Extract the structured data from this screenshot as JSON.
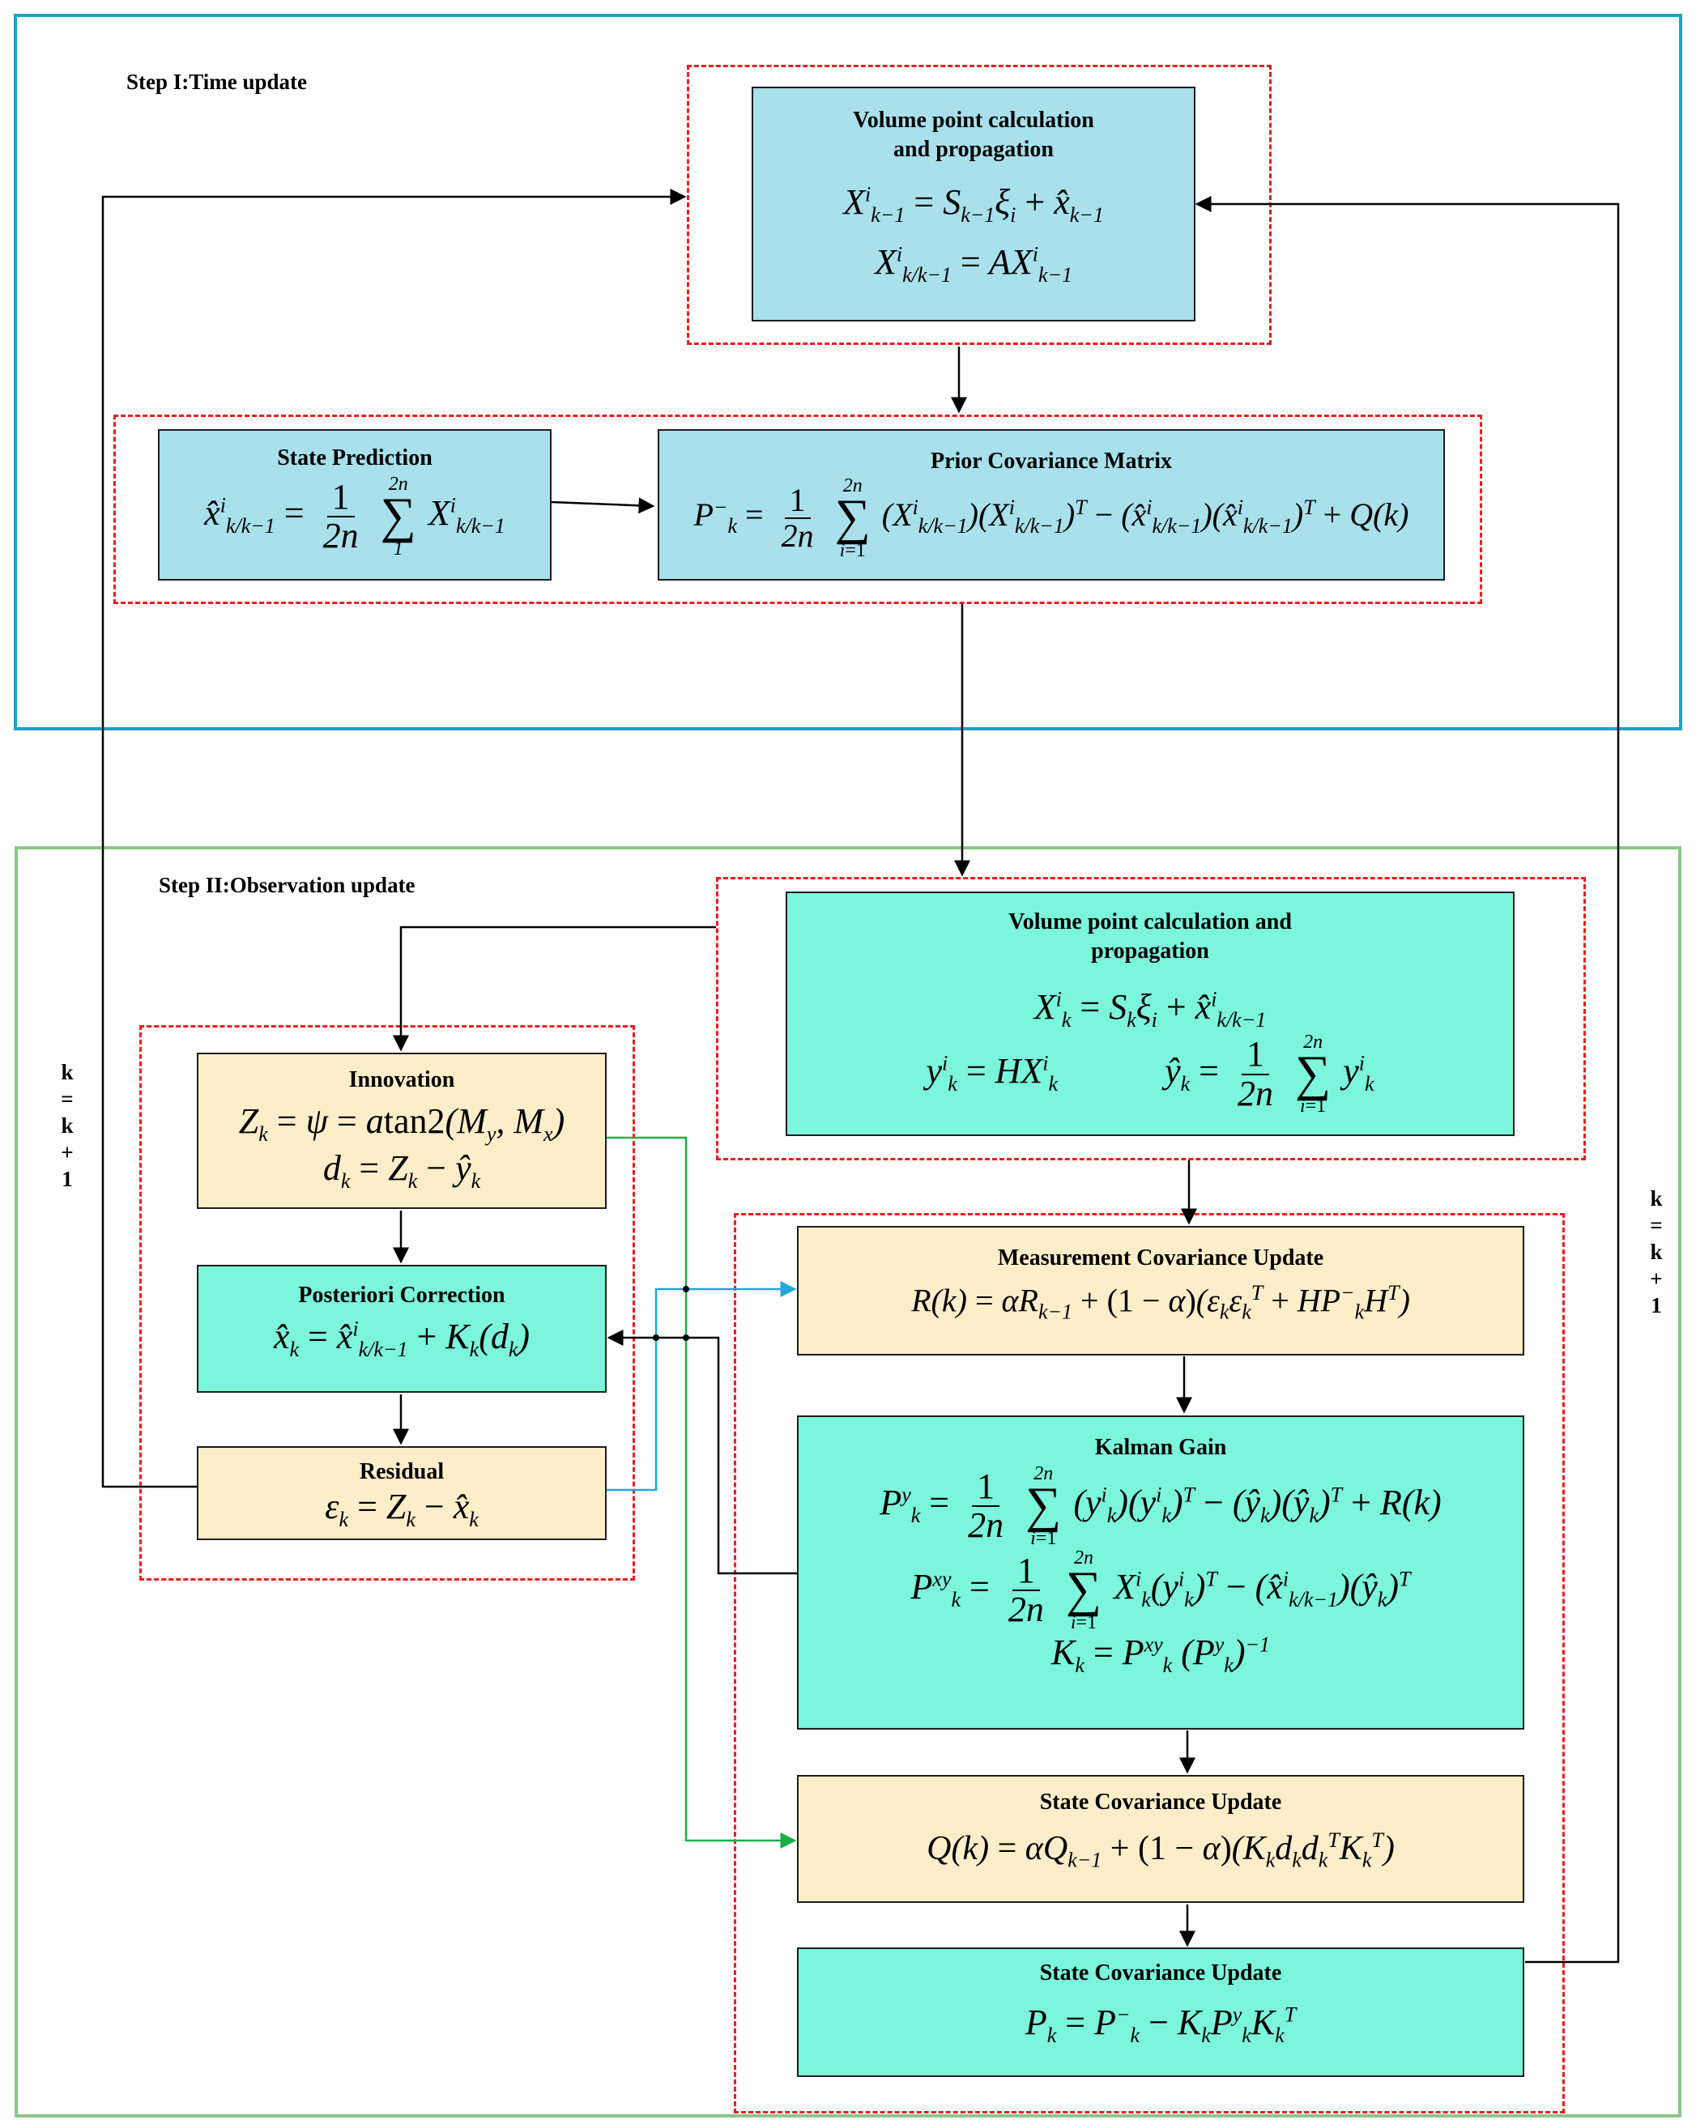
{
  "regions": {
    "time_update_title": "Step I:Time update",
    "observation_update_title": "Step II:Observation update"
  },
  "loop_label": [
    "k",
    "=",
    "k",
    "+",
    "1"
  ],
  "nodes": {
    "time_volume_point": {
      "title_line1": "Volume point calculation",
      "title_line2": "and propagation"
    },
    "state_prediction": {
      "title": "State Prediction"
    },
    "prior_covariance": {
      "title": "Prior Covariance Matrix"
    },
    "obs_volume_point": {
      "title_line1": "Volume point calculation  and",
      "title_line2": "propagation"
    },
    "innovation": {
      "title": "Innovation"
    },
    "posteriori_correction": {
      "title": "Posteriori Correction"
    },
    "residual": {
      "title": "Residual"
    },
    "measurement_covariance": {
      "title": "Measurement Covariance Update"
    },
    "kalman_gain": {
      "title": "Kalman Gain"
    },
    "state_covariance_q": {
      "title": "State Covariance Update"
    },
    "state_covariance_p": {
      "title": "State Covariance Update"
    }
  },
  "colors": {
    "step1_border": "#1fa2c6",
    "step2_border": "#8cc68a",
    "group_dash": "#ee1d1d",
    "cyan_fill": "#a8e0eb",
    "mint_fill": "#7bf5dc",
    "cream_fill": "#fdedc9",
    "green_link": "#19b04a",
    "blue_link": "#1fa8d8"
  }
}
